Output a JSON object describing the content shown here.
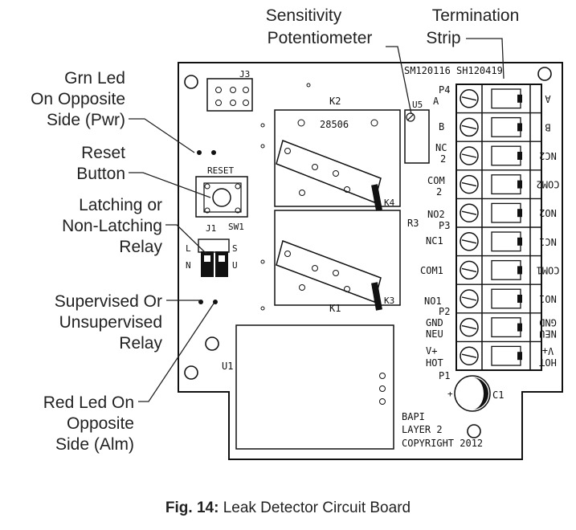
{
  "callouts": {
    "sensitivity": [
      "Sensitivity",
      "Potentiometer"
    ],
    "termination": [
      "Termination",
      "Strip"
    ],
    "grn_led": [
      "Grn Led",
      "On Opposite",
      "Side (Pwr)"
    ],
    "reset": [
      "Reset",
      "Button"
    ],
    "latching": [
      "Latching or",
      "Non-Latching",
      "Relay"
    ],
    "supervised": [
      "Supervised Or",
      "Unsupervised",
      "Relay"
    ],
    "red_led": [
      "Red Led On",
      "Opposite",
      "Side (Alm)"
    ]
  },
  "board": {
    "part_numbers": "SM120116 SH120419",
    "j3": "J3",
    "k2": "K2",
    "k2_number": "28506",
    "u5": "U5",
    "k4": "K4",
    "r3": "R3",
    "k1": "K1",
    "k3": "K3",
    "reset": "RESET",
    "sw1": "SW1",
    "j1": "J1",
    "j1_l": "L",
    "j1_s": "S",
    "j1_n": "N",
    "j1_u": "U",
    "u1": "U1",
    "c1": "C1",
    "c1_plus": "+",
    "p4": "P4",
    "p3": "P3",
    "p2": "P2",
    "p1": "P1",
    "terminal_left": [
      "A",
      "B",
      "NC",
      "2",
      "COM",
      "2",
      "NO2",
      "NC1",
      "COM1",
      "NO1",
      "GND",
      "NEU",
      "V+",
      "HOT"
    ],
    "terminal_right_mirrored": [
      "A",
      "B",
      "NC2",
      "COM2",
      "NO2",
      "NC1",
      "COM1",
      "NO1",
      "GND",
      "NEU",
      "V+",
      "HOT"
    ],
    "copyright": [
      "BAPI",
      "LAYER 2",
      "COPYRIGHT 2012"
    ]
  },
  "caption": {
    "label": "Fig. 14:",
    "text": "Leak Detector Circuit Board"
  }
}
